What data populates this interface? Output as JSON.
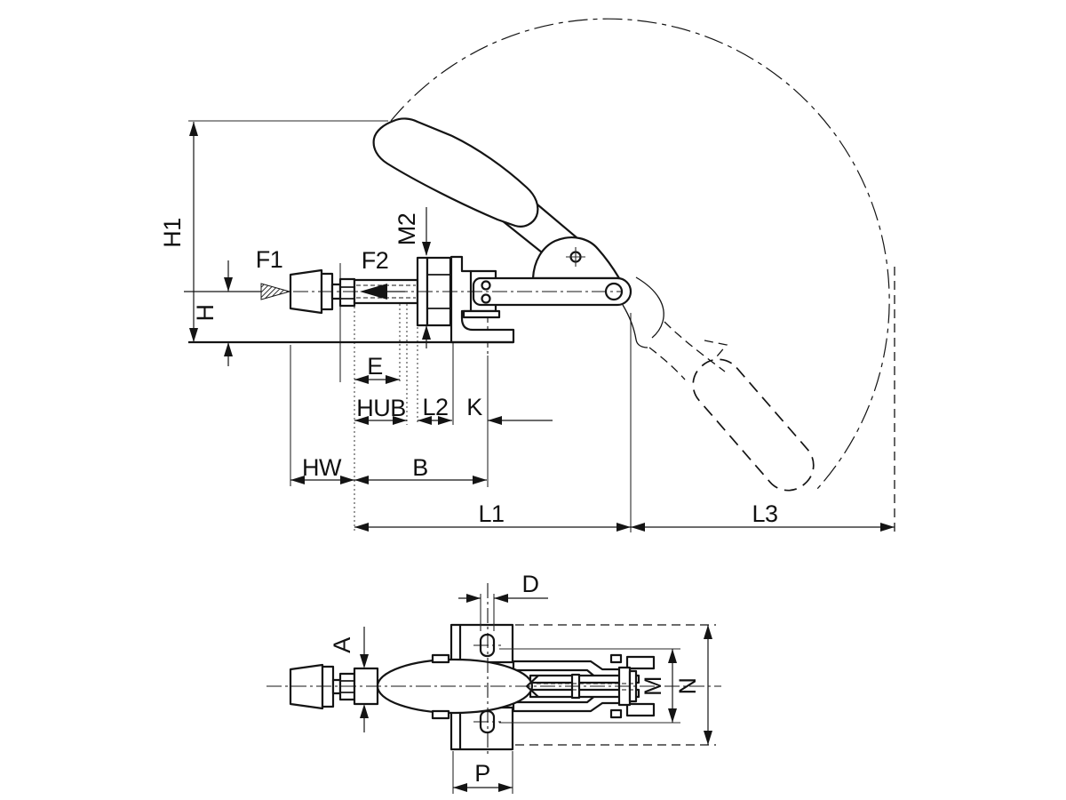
{
  "drawing": {
    "kind": "toggle-clamp technical drawing, side view with handle swing arc and top view"
  },
  "colors": {
    "line": "#141414",
    "background": "#ffffff"
  },
  "labels": {
    "side": {
      "h1": "H1",
      "h": "H",
      "f1": "F1",
      "f2": "F2",
      "m2": "M2",
      "e": "E",
      "hub": "HUB",
      "l2": "L2",
      "k": "K",
      "hw": "HW",
      "b": "B",
      "l1": "L1",
      "l3": "L3"
    },
    "top": {
      "d": "D",
      "a": "A",
      "m": "M",
      "n": "N",
      "p": "P"
    }
  }
}
